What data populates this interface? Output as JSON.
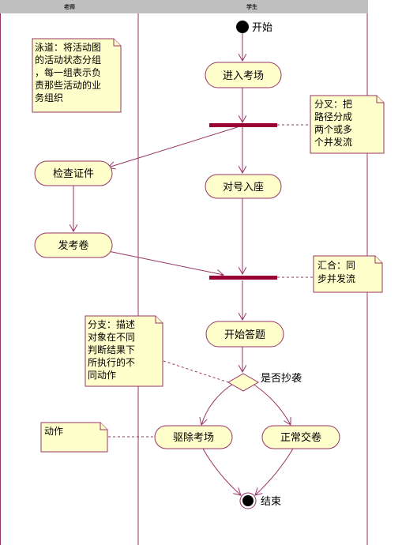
{
  "swimlanes": {
    "teacher": "老师",
    "student": "学生"
  },
  "nodes": {
    "start": "开始",
    "enter_exam_room": "进入考场",
    "check_id": "检查证件",
    "take_seat": "对号入座",
    "distribute_paper": "发考卷",
    "start_answering": "开始答题",
    "is_cheating": "是否抄袭",
    "expel": "驱除考场",
    "submit_normally": "正常交卷",
    "end": "结束"
  },
  "notes": {
    "swimlane_note": [
      "泳道：将活动图",
      "的活动状态分组",
      "，每一组表示负",
      "责那些活动的业",
      "务组织"
    ],
    "fork_note": [
      "分叉：把",
      "路径分成",
      "两个或多",
      "个并发流"
    ],
    "join_note": [
      "汇合：同",
      "步并发流"
    ],
    "branch_note": [
      "分支：描述",
      "对象在不同",
      "判断结果下",
      "所执行的不",
      "同动作"
    ],
    "action_note": [
      "动作"
    ]
  },
  "colors": {
    "lane_line": "#993366",
    "fill": "#ffffcc",
    "sync_bar": "#990033",
    "header": "#c0c0c0"
  }
}
